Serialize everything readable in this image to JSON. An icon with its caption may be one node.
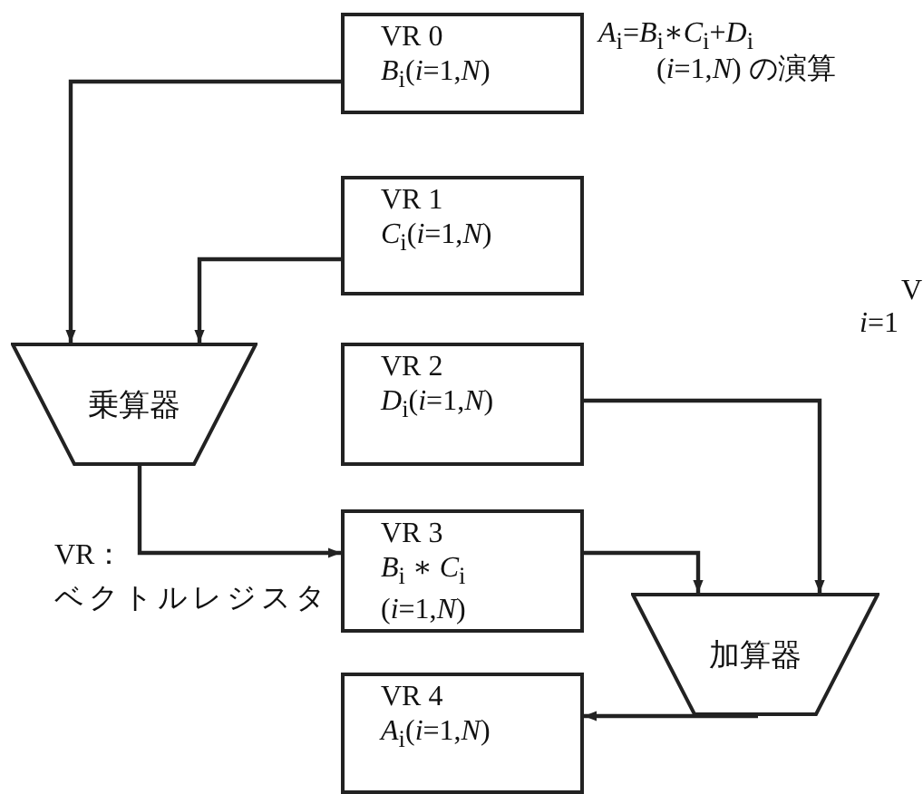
{
  "diagram": {
    "nodes": [
      {
        "text": [
          "VR 0",
          "*B*$_{i}$(*i*=1,*N*)"
        ]
      },
      {
        "text": [
          "VR 1",
          "*C*$_{i}$(*i*=1,*N*)"
        ]
      },
      {
        "text": [
          "乗算器"
        ]
      },
      {
        "text": [
          "VR 2",
          "*D*$_{i}$(*i*=1,*N*)"
        ]
      },
      {
        "text": [
          "VR 3",
          "*B*$_{i}$ ∗ *C*$_{i}$",
          "(*i*=1,*N*)"
        ]
      },
      {
        "text": [
          "加算器"
        ]
      },
      {
        "text": [
          "VR 4",
          "*A*$_{i}$(*i*=1,*N*)"
        ]
      }
    ],
    "edges": [
      {
        "from": 0,
        "to": 2,
        "arrow": "to"
      },
      {
        "from": 1,
        "to": 2,
        "arrow": "to"
      },
      {
        "from": 2,
        "to": 4,
        "arrow": "to"
      },
      {
        "from": 4,
        "to": 5,
        "arrow": "to"
      },
      {
        "from": 3,
        "to": 5,
        "arrow": "to"
      },
      {
        "from": 5,
        "to": 6,
        "arrow": "to"
      }
    ],
    "labels": [
      "*A*$_{i}$=*B*$_{i}$∗*C*$_{i}$+*D*$_{i}$",
      "(*i*=1,*N*) の演算",
      "V",
      "*i*=1",
      "VR：",
      "ベクトルレジスタ"
    ]
  }
}
